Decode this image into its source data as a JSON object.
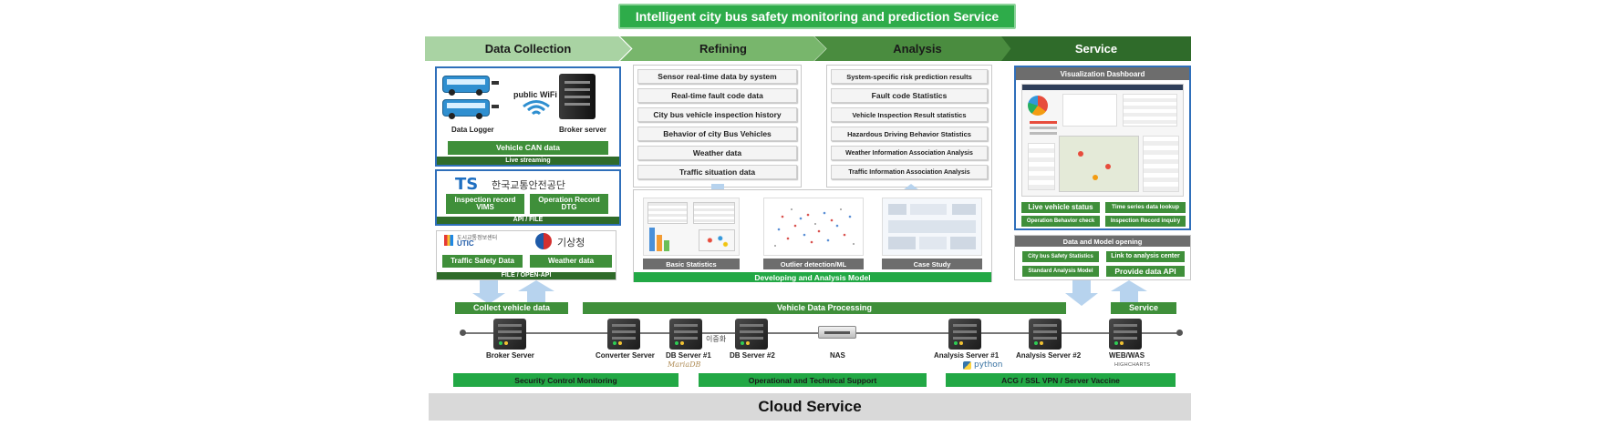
{
  "title": "Intelligent city bus safety monitoring and prediction Service",
  "stages": [
    "Data Collection",
    "Refining",
    "Analysis",
    "Service"
  ],
  "data_collection": {
    "wifi_label": "public WiFi",
    "data_logger_label": "Data Logger",
    "broker_label": "Broker server",
    "vehicle_can": "Vehicle CAN data",
    "live_streaming": "Live streaming",
    "ts_logo": "TS",
    "ts_org_name": "한국교통안전공단",
    "inspection_record": "Inspection record VIMS",
    "operation_record": "Operation Record DTG",
    "api_file": "API / FILE",
    "utic_logo_small": "도시교통정보센터",
    "utic_logo": "UTIC",
    "kma_logo": "기상청",
    "traffic_safety": "Traffic Safety Data",
    "weather_data": "Weather data",
    "file_open_api": "FILE / OPEN-API"
  },
  "refining": {
    "items": [
      "Sensor real-time data by system",
      "Real-time fault code data",
      "City bus vehicle inspection history",
      "Behavior of city Bus Vehicles",
      "Weather data",
      "Traffic situation data"
    ]
  },
  "analysis": {
    "items": [
      "System-specific risk prediction results",
      "Fault code Statistics",
      "Vehicle Inspection Result statistics",
      "Hazardous Driving Behavior Statistics",
      "Weather Information Association Analysis",
      "Traffic Information Association Analysis"
    ]
  },
  "model": {
    "thumbs": [
      "Basic Statistics",
      "Outlier detection/ML",
      "Case Study"
    ],
    "footer": "Developing and Analysis Model"
  },
  "service": {
    "dashboard_title": "Visualization Dashboard",
    "buttons": [
      "Live vehicle status",
      "Time series data lookup",
      "Operation Behavior check",
      "Inspection Record inquiry"
    ],
    "opening_title": "Data and Model opening",
    "opening_buttons": [
      "City bus Safety Statistics",
      "Link to analysis center",
      "Standard Analysis Model",
      "Provide data API"
    ]
  },
  "pipeline": {
    "collect": "Collect vehicle data",
    "processing": "Vehicle Data Processing",
    "service": "Service",
    "redundancy": "이중화",
    "servers": [
      "Broker Server",
      "Converter Server",
      "DB Server #1",
      "DB Server #2",
      "NAS",
      "Analysis Server #1",
      "Analysis Server #2",
      "WEB/WAS"
    ],
    "logos": [
      "MariaDB",
      "python",
      "HIGHCHARTS"
    ]
  },
  "support": [
    "Security Control Monitoring",
    "Operational and Technical Support",
    "ACG / SSL VPN / Server Vaccine"
  ],
  "footer": "Cloud Service",
  "colors": {
    "accent_green": "#22a845",
    "dark_green": "#3f8f3a",
    "blue_border": "#2f6fba"
  }
}
